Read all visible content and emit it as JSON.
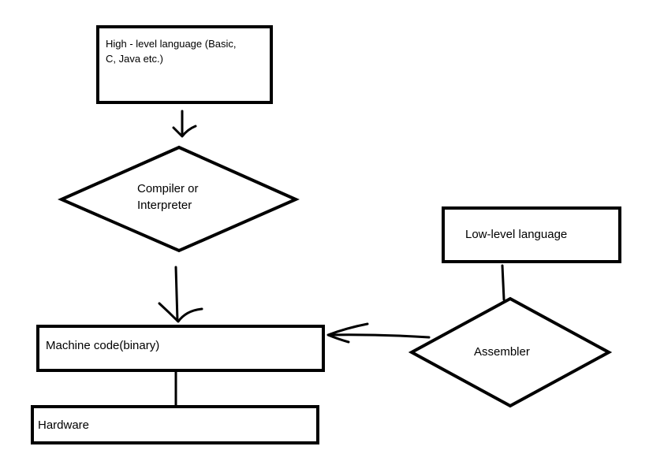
{
  "nodes": {
    "high_level": {
      "text_line1": "High - level language (Basic,",
      "text_line2": "C, Java etc.)"
    },
    "compiler": {
      "text_line1": "Compiler or",
      "text_line2": "Interpreter"
    },
    "machine_code": {
      "text": "Machine code(binary)"
    },
    "hardware": {
      "text": "Hardware"
    },
    "low_level": {
      "text": "Low-level language"
    },
    "assembler": {
      "text": "Assembler"
    }
  }
}
